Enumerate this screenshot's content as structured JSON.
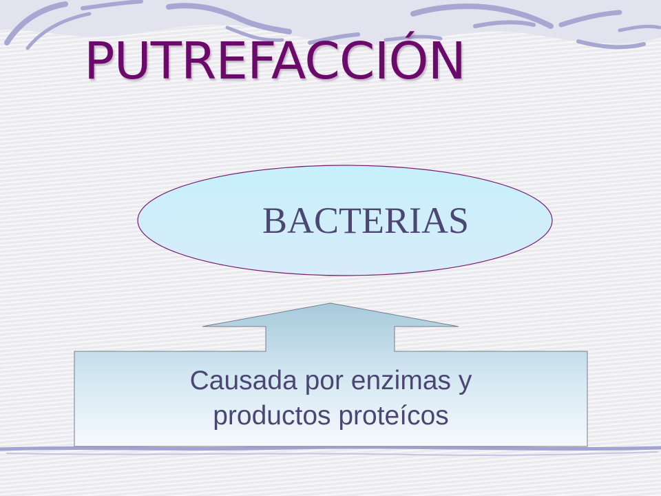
{
  "slide": {
    "title": "PUTREFACCIÓN",
    "oval_label": "BACTERIAS",
    "box_lines": [
      "Causada por enzimas y",
      "productos proteícos"
    ]
  },
  "colors": {
    "title": "#6b0a6b",
    "text": "#4b4672",
    "oval_fill": "#cfe8f8",
    "oval_border": "#7a1c6e",
    "arrow_top": "#a8ccdc",
    "arrow_bottom": "#f4f8fc",
    "ribbon": "#a6a6d4"
  }
}
